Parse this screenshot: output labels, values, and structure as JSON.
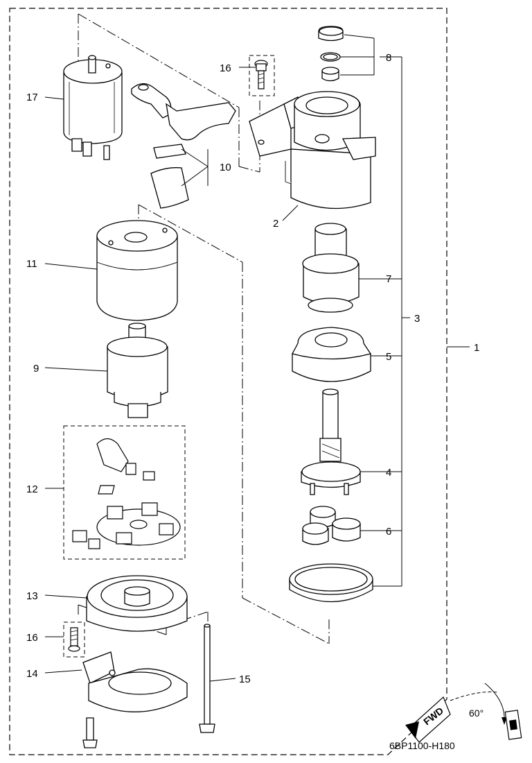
{
  "diagram": {
    "figure_code": "6BP1100-H180",
    "fwd_label": "FWD",
    "angle_label": "60°",
    "callouts": [
      {
        "id": "c1",
        "text": "1"
      },
      {
        "id": "c2",
        "text": "2"
      },
      {
        "id": "c3",
        "text": "3"
      },
      {
        "id": "c4",
        "text": "4"
      },
      {
        "id": "c5",
        "text": "5"
      },
      {
        "id": "c6",
        "text": "6"
      },
      {
        "id": "c7",
        "text": "7"
      },
      {
        "id": "c8",
        "text": "8"
      },
      {
        "id": "c9",
        "text": "9"
      },
      {
        "id": "c10",
        "text": "10"
      },
      {
        "id": "c11",
        "text": "11"
      },
      {
        "id": "c12",
        "text": "12"
      },
      {
        "id": "c13",
        "text": "13"
      },
      {
        "id": "c14",
        "text": "14"
      },
      {
        "id": "c15",
        "text": "15"
      },
      {
        "id": "c16a",
        "text": "16"
      },
      {
        "id": "c16b",
        "text": "16"
      },
      {
        "id": "c17",
        "text": "17"
      }
    ]
  }
}
